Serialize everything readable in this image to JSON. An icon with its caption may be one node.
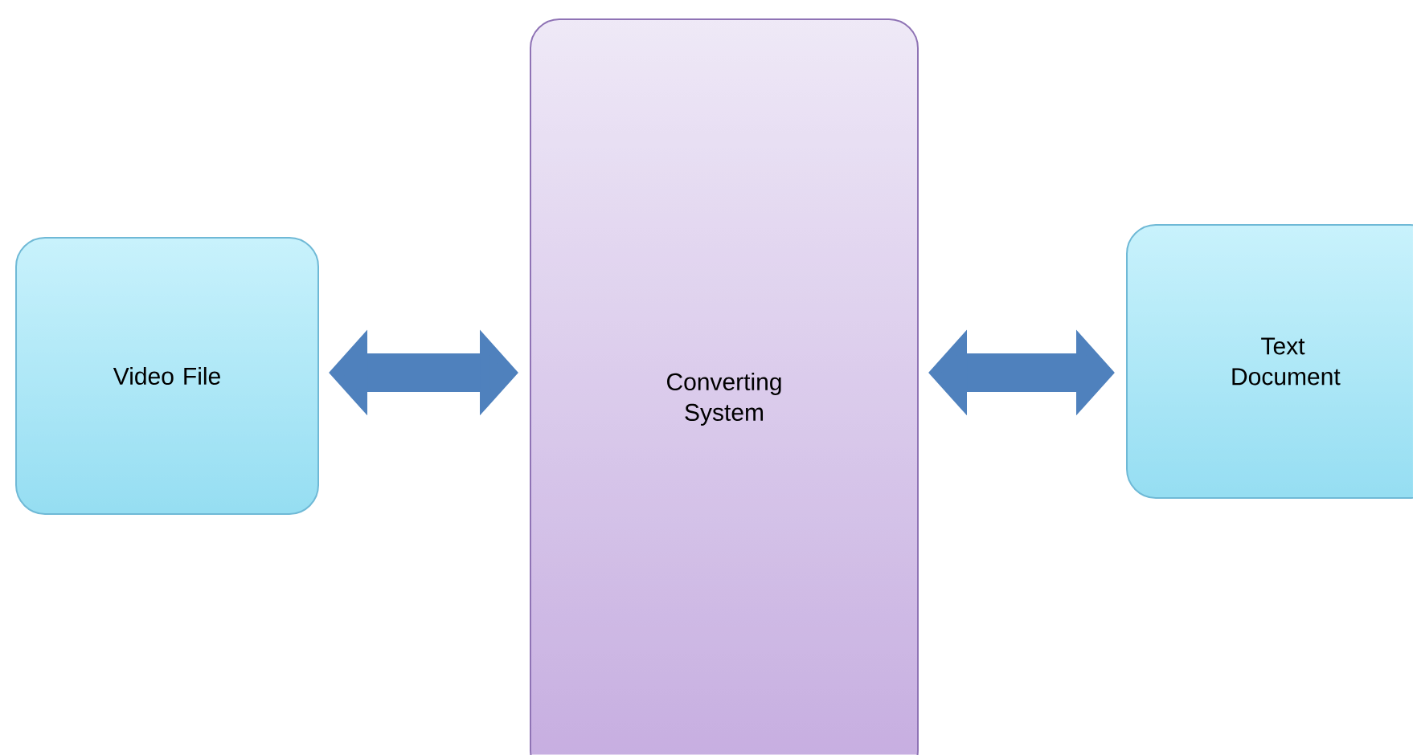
{
  "diagram": {
    "nodes": [
      {
        "text": [
          "Video File"
        ]
      },
      {
        "text": [
          "Converting System"
        ]
      },
      {
        "text": [
          "Text Document"
        ]
      }
    ],
    "edges": [
      {
        "from": 0,
        "to": 1,
        "arrow": "both",
        "color": "#4f81bd"
      },
      {
        "from": 1,
        "to": 2,
        "arrow": "both",
        "color": "#4f81bd"
      }
    ]
  }
}
